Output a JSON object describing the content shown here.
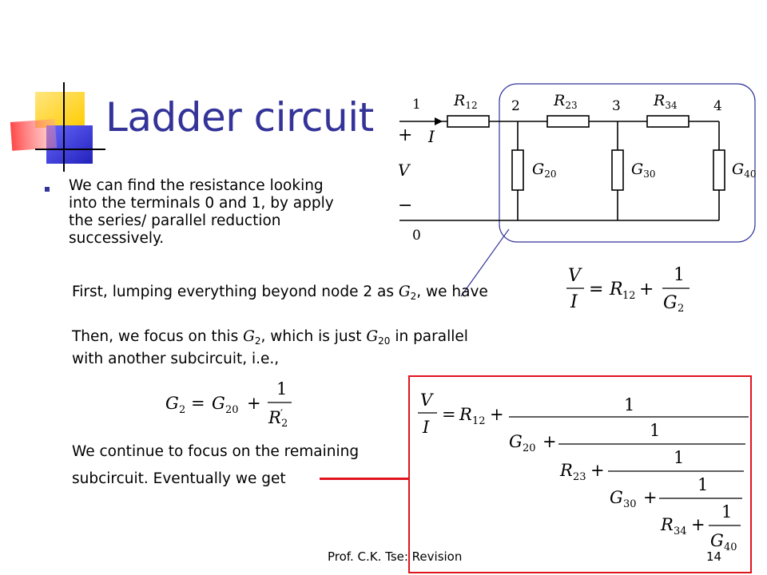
{
  "slide": {
    "title": "Ladder circuit",
    "bullet": "We can find the resistance looking into the terminals 0 and 1, by apply the series/ parallel reduction successively.",
    "line1_pre": "First, lumping everything beyond node 2 as ",
    "line1_var": "G",
    "line1_sub": "2",
    "line1_post": ", we have",
    "line2_a": "Then, we focus on this ",
    "line2_var": "G",
    "line2_sub": "2",
    "line2_b": ", which is just ",
    "line2_var2": "G",
    "line2_sub2": "20",
    "line2_c": " in parallel",
    "line3": "with another subcircuit, i.e.,",
    "line4": "We continue to focus on the remaining",
    "line5": "subcircuit. Eventually we get",
    "footer_author": "Prof. C.K. Tse: Revision",
    "page_number": "14"
  },
  "circuit": {
    "node_labels": [
      "1",
      "2",
      "3",
      "4",
      "0"
    ],
    "resistors": [
      "R12",
      "R23",
      "R34"
    ],
    "conductances": [
      "G20",
      "G30",
      "G40"
    ],
    "current_label": "I",
    "voltage_label": "V",
    "plus": "+",
    "minus": "−"
  },
  "equations": {
    "eq1": "V/I = R12 + 1/G2",
    "eq2": "G2 = G20 + 1/R'2",
    "eq3": "V/I = R12 + 1/(G20 + 1/(R23 + 1/(G30 + 1/(R34 + 1/G40))))"
  },
  "colors": {
    "title": "#333399",
    "callout_border": "#333399",
    "highlight_box": "#e0141e",
    "deco_yellow": "#ffcc00",
    "deco_blue": "#3333cc",
    "deco_red": "#ff3333"
  }
}
